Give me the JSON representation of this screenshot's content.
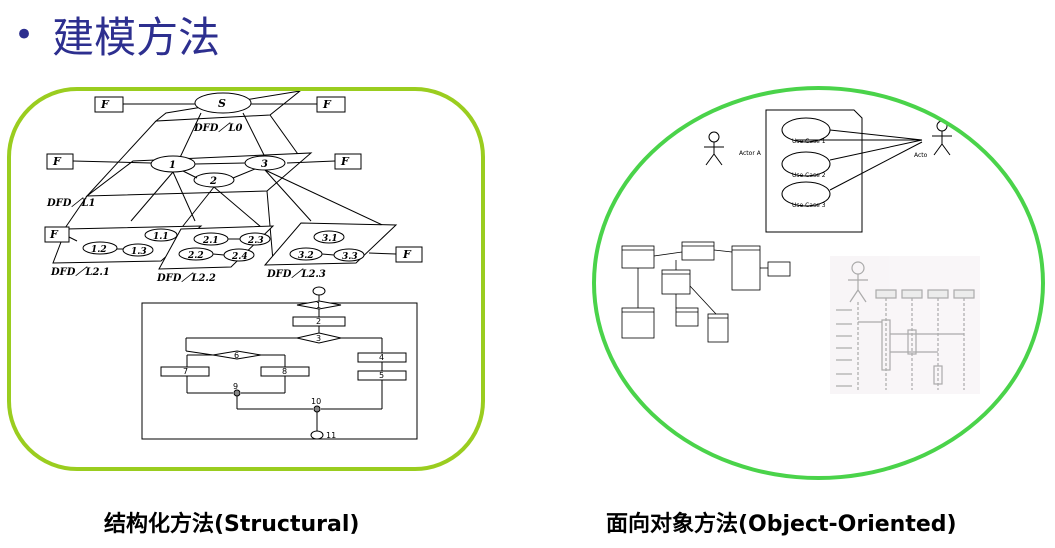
{
  "slide": {
    "bullet": "•",
    "title": "建模方法"
  },
  "structural": {
    "caption": "结构化方法(Structural)",
    "labels": {
      "ext": "F",
      "s": "S",
      "l0": "DFD／L0",
      "l1": "DFD／L1",
      "l21": "DFD／L2.1",
      "l22": "DFD／L2.2",
      "l23": "DFD／L2.3",
      "p1": "1",
      "p2": "2",
      "p3": "3",
      "p11": "1.1",
      "p12": "1.2",
      "p13": "1.3",
      "p21": "2.1",
      "p22": "2.2",
      "p23": "2.3",
      "p24": "2.4",
      "p31": "3.1",
      "p32": "3.2",
      "p33": "3.3",
      "f1": "1",
      "f2": "2",
      "f3": "3",
      "f4": "4",
      "f5": "5",
      "f6": "6",
      "f7": "7",
      "f8": "8",
      "f9": "9",
      "f10": "10",
      "f11": "11"
    }
  },
  "object_oriented": {
    "caption": "面向对象方法(Object-Oriented)",
    "usecase": {
      "actor_a": "Actor A",
      "actor_b": "Acto",
      "uc1": "Use Case 1",
      "uc2": "Use Case 2",
      "uc3": "Use Case 3"
    }
  }
}
